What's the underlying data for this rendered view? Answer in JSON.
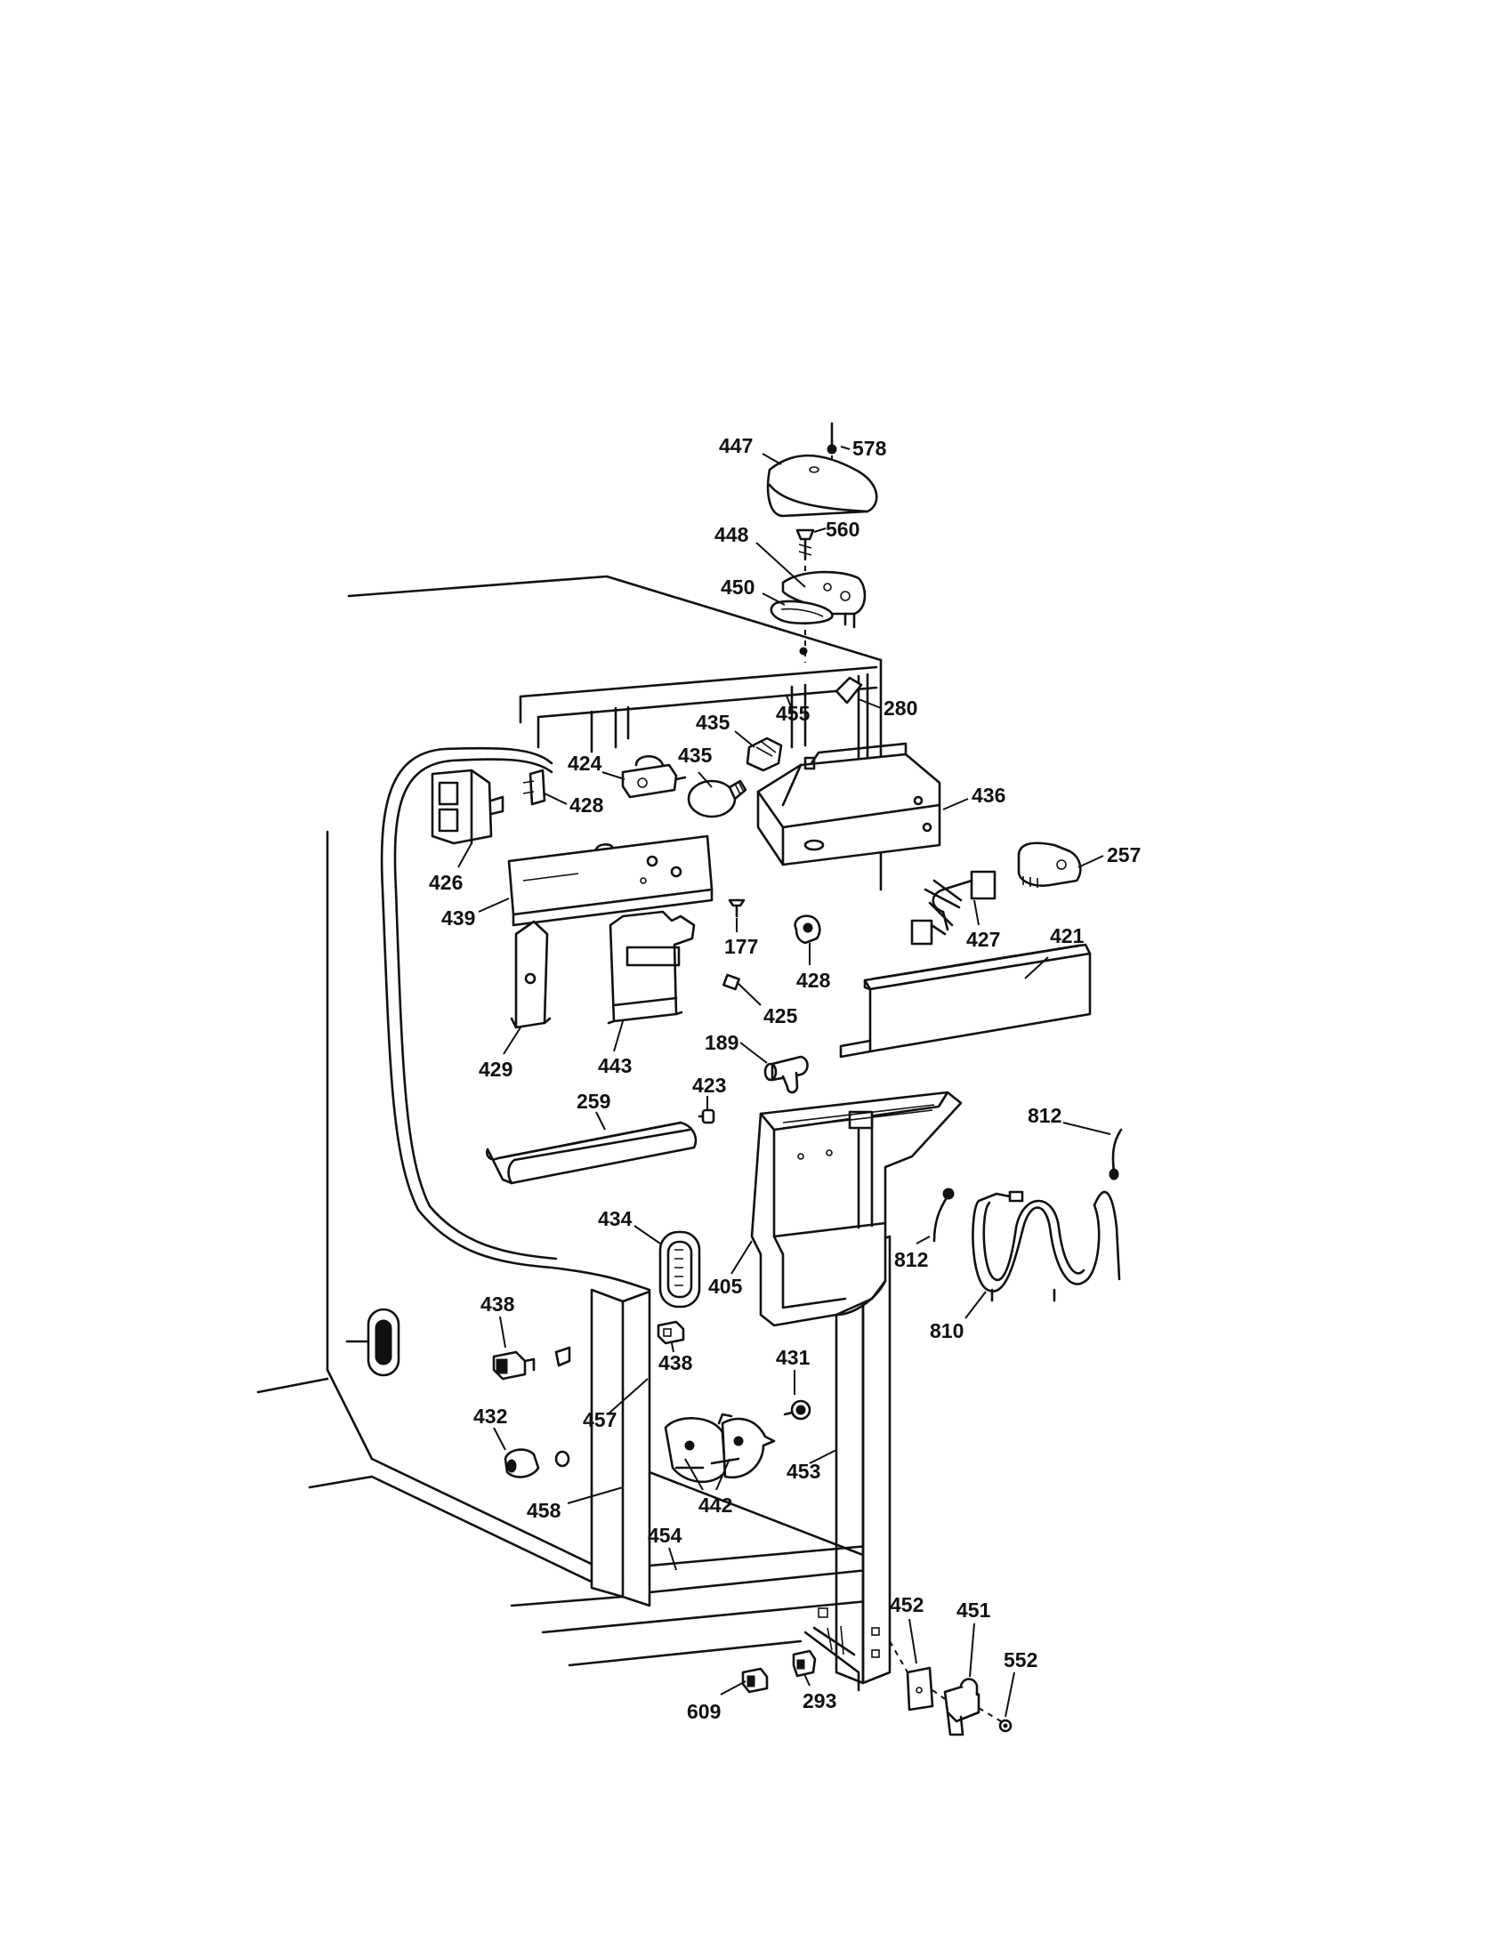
{
  "diagram": {
    "callouts": [
      {
        "id": "c578",
        "label": "578"
      },
      {
        "id": "c447",
        "label": "447"
      },
      {
        "id": "c560",
        "label": "560"
      },
      {
        "id": "c448",
        "label": "448"
      },
      {
        "id": "c450",
        "label": "450"
      },
      {
        "id": "c435a",
        "label": "435"
      },
      {
        "id": "c455",
        "label": "455"
      },
      {
        "id": "c280",
        "label": "280"
      },
      {
        "id": "c424",
        "label": "424"
      },
      {
        "id": "c435b",
        "label": "435"
      },
      {
        "id": "c428a",
        "label": "428"
      },
      {
        "id": "c436",
        "label": "436"
      },
      {
        "id": "c257",
        "label": "257"
      },
      {
        "id": "c426",
        "label": "426"
      },
      {
        "id": "c439",
        "label": "439"
      },
      {
        "id": "c177",
        "label": "177"
      },
      {
        "id": "c427",
        "label": "427"
      },
      {
        "id": "c421",
        "label": "421"
      },
      {
        "id": "c428b",
        "label": "428"
      },
      {
        "id": "c425",
        "label": "425"
      },
      {
        "id": "c429",
        "label": "429"
      },
      {
        "id": "c443",
        "label": "443"
      },
      {
        "id": "c189",
        "label": "189"
      },
      {
        "id": "c423",
        "label": "423"
      },
      {
        "id": "c259",
        "label": "259"
      },
      {
        "id": "c812a",
        "label": "812"
      },
      {
        "id": "c434",
        "label": "434"
      },
      {
        "id": "c405",
        "label": "405"
      },
      {
        "id": "c812b",
        "label": "812"
      },
      {
        "id": "c810",
        "label": "810"
      },
      {
        "id": "c438a",
        "label": "438"
      },
      {
        "id": "c438b",
        "label": "438"
      },
      {
        "id": "c431",
        "label": "431"
      },
      {
        "id": "c432",
        "label": "432"
      },
      {
        "id": "c457",
        "label": "457"
      },
      {
        "id": "c453",
        "label": "453"
      },
      {
        "id": "c442",
        "label": "442"
      },
      {
        "id": "c458",
        "label": "458"
      },
      {
        "id": "c454",
        "label": "454"
      },
      {
        "id": "c452",
        "label": "452"
      },
      {
        "id": "c451",
        "label": "451"
      },
      {
        "id": "c552",
        "label": "552"
      },
      {
        "id": "c609",
        "label": "609"
      },
      {
        "id": "c293",
        "label": "293"
      }
    ]
  }
}
